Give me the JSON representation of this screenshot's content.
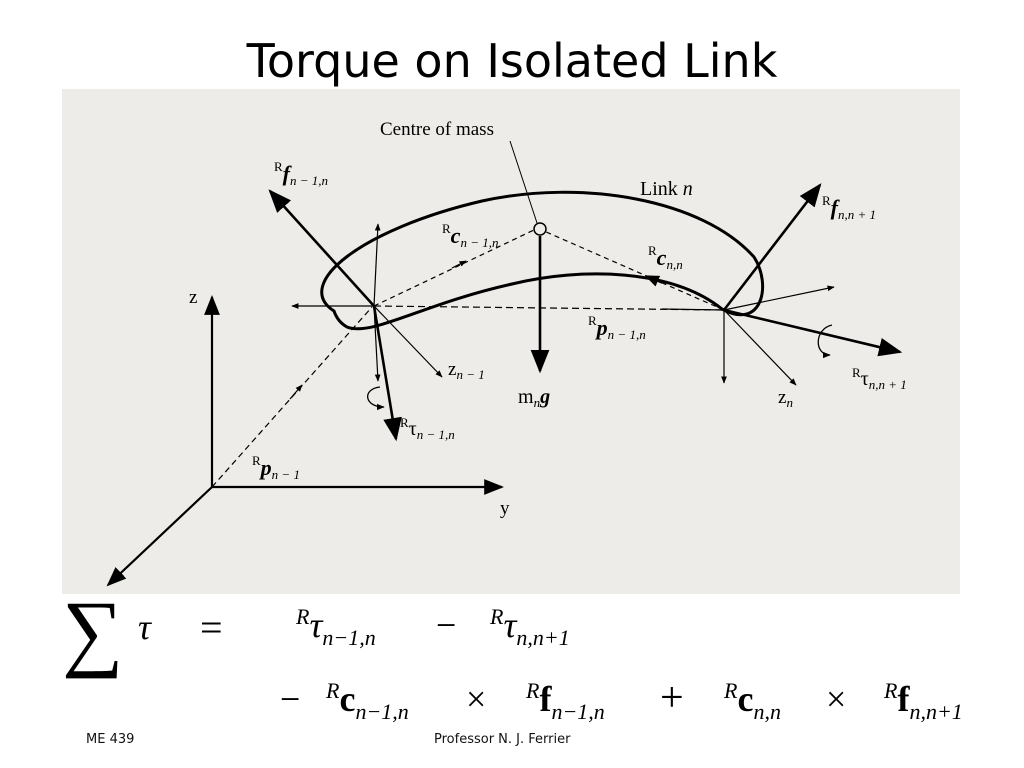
{
  "slide": {
    "title": "Torque on Isolated Link",
    "footer_left": "ME 439",
    "footer_center": "Professor N. J. Ferrier"
  },
  "diagram": {
    "label_centre_of_mass": "Centre of mass",
    "label_link": "Link",
    "label_link_n": "n",
    "label_z": "z",
    "label_y": "y",
    "label_zn_minus_1": "z",
    "label_zn_minus_1_sub": "n − 1",
    "label_zn": "z",
    "label_zn_sub": "n",
    "label_f_prev": "f",
    "label_f_prev_sub": "n − 1,n",
    "label_f_next": "f",
    "label_f_next_sub": "n,n + 1",
    "label_c_prev": "c",
    "label_c_prev_sub": "n − 1,n",
    "label_c_next": "c",
    "label_c_next_sub": "n,n",
    "label_p_rel": "p",
    "label_p_rel_sub": "n − 1,n",
    "label_p_prev": "p",
    "label_p_prev_sub": "n − 1",
    "label_mg_m": "m",
    "label_mg_sub": "n",
    "label_mg_g": "g",
    "label_tau_prev": "τ",
    "label_tau_prev_sub": "n − 1,n",
    "label_tau_next": "τ",
    "label_tau_next_sub": "n,n + 1",
    "frame_superscript": "R"
  },
  "equation": {
    "sum_symbol": "∑",
    "tau": "τ",
    "equals": "=",
    "minus": "−",
    "plus": "+",
    "times": "×",
    "sup_R": "R",
    "tau_prev_sub": "n−1,n",
    "tau_next_sub": "n,n+1",
    "c_symbol": "c",
    "f_symbol": "f",
    "c_prev_sub": "n−1,n",
    "f_prev_sub": "n−1,n",
    "c_next_sub": "n,n",
    "f_next_sub": "n,n+1"
  },
  "colors": {
    "background": "#ffffff",
    "figure_background": "#eeece8",
    "ink": "#000000"
  }
}
